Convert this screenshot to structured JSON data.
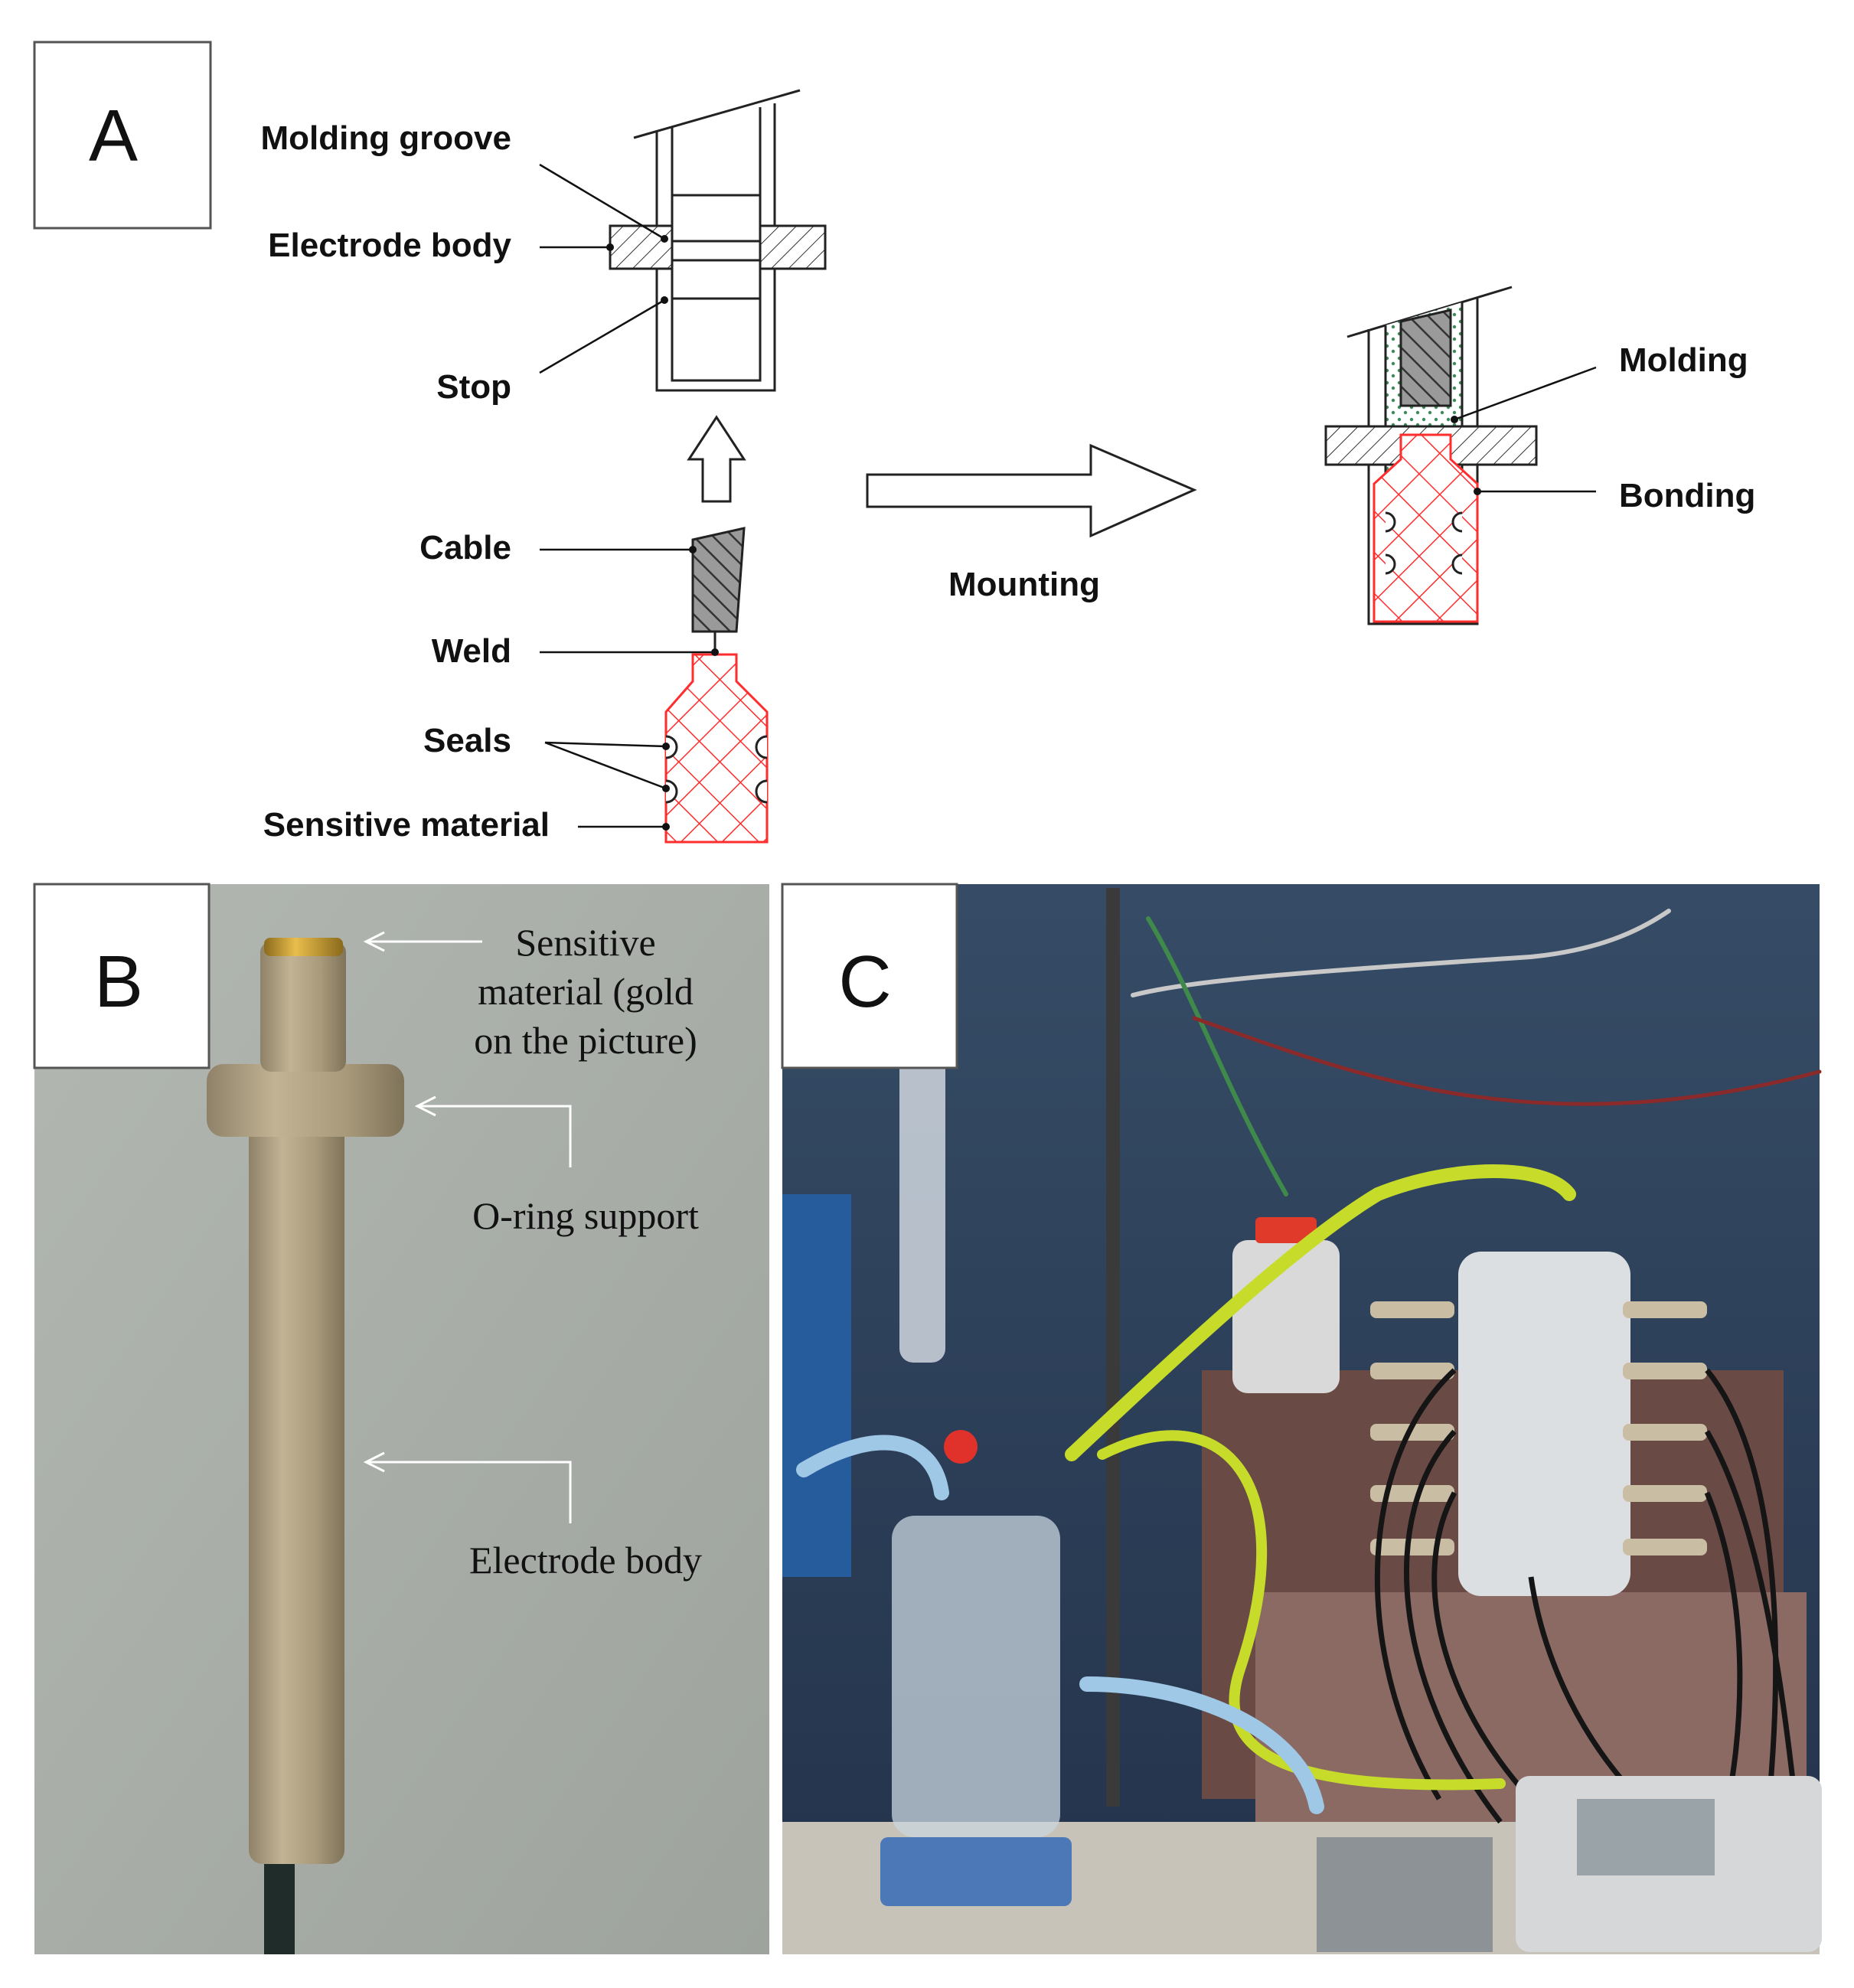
{
  "panels": {
    "a": {
      "letter": "A",
      "labels": {
        "molding_groove": "Molding groove",
        "electrode_body": "Electrode body",
        "stop": "Stop",
        "cable": "Cable",
        "weld": "Weld",
        "seals": "Seals",
        "sensitive_material": "Sensitive material",
        "mounting": "Mounting",
        "molding": "Molding",
        "bonding": "Bonding"
      }
    },
    "b": {
      "letter": "B",
      "labels": {
        "sensitive_line1": "Sensitive",
        "sensitive_line2": "material (gold",
        "sensitive_line3": "on the picture)",
        "oring_support": "O-ring support",
        "electrode_body": "Electrode body"
      }
    },
    "c": {
      "letter": "C"
    }
  },
  "colors": {
    "sensitive_material_hatch": "#ff3333",
    "outline": "#222222",
    "photo_b_background": "#a7aca6",
    "electrode_peek": "#b5a78a",
    "gold_tip": "#c9962a",
    "lab_background": "#2c3e55",
    "yellow_tubing": "#cde030"
  }
}
